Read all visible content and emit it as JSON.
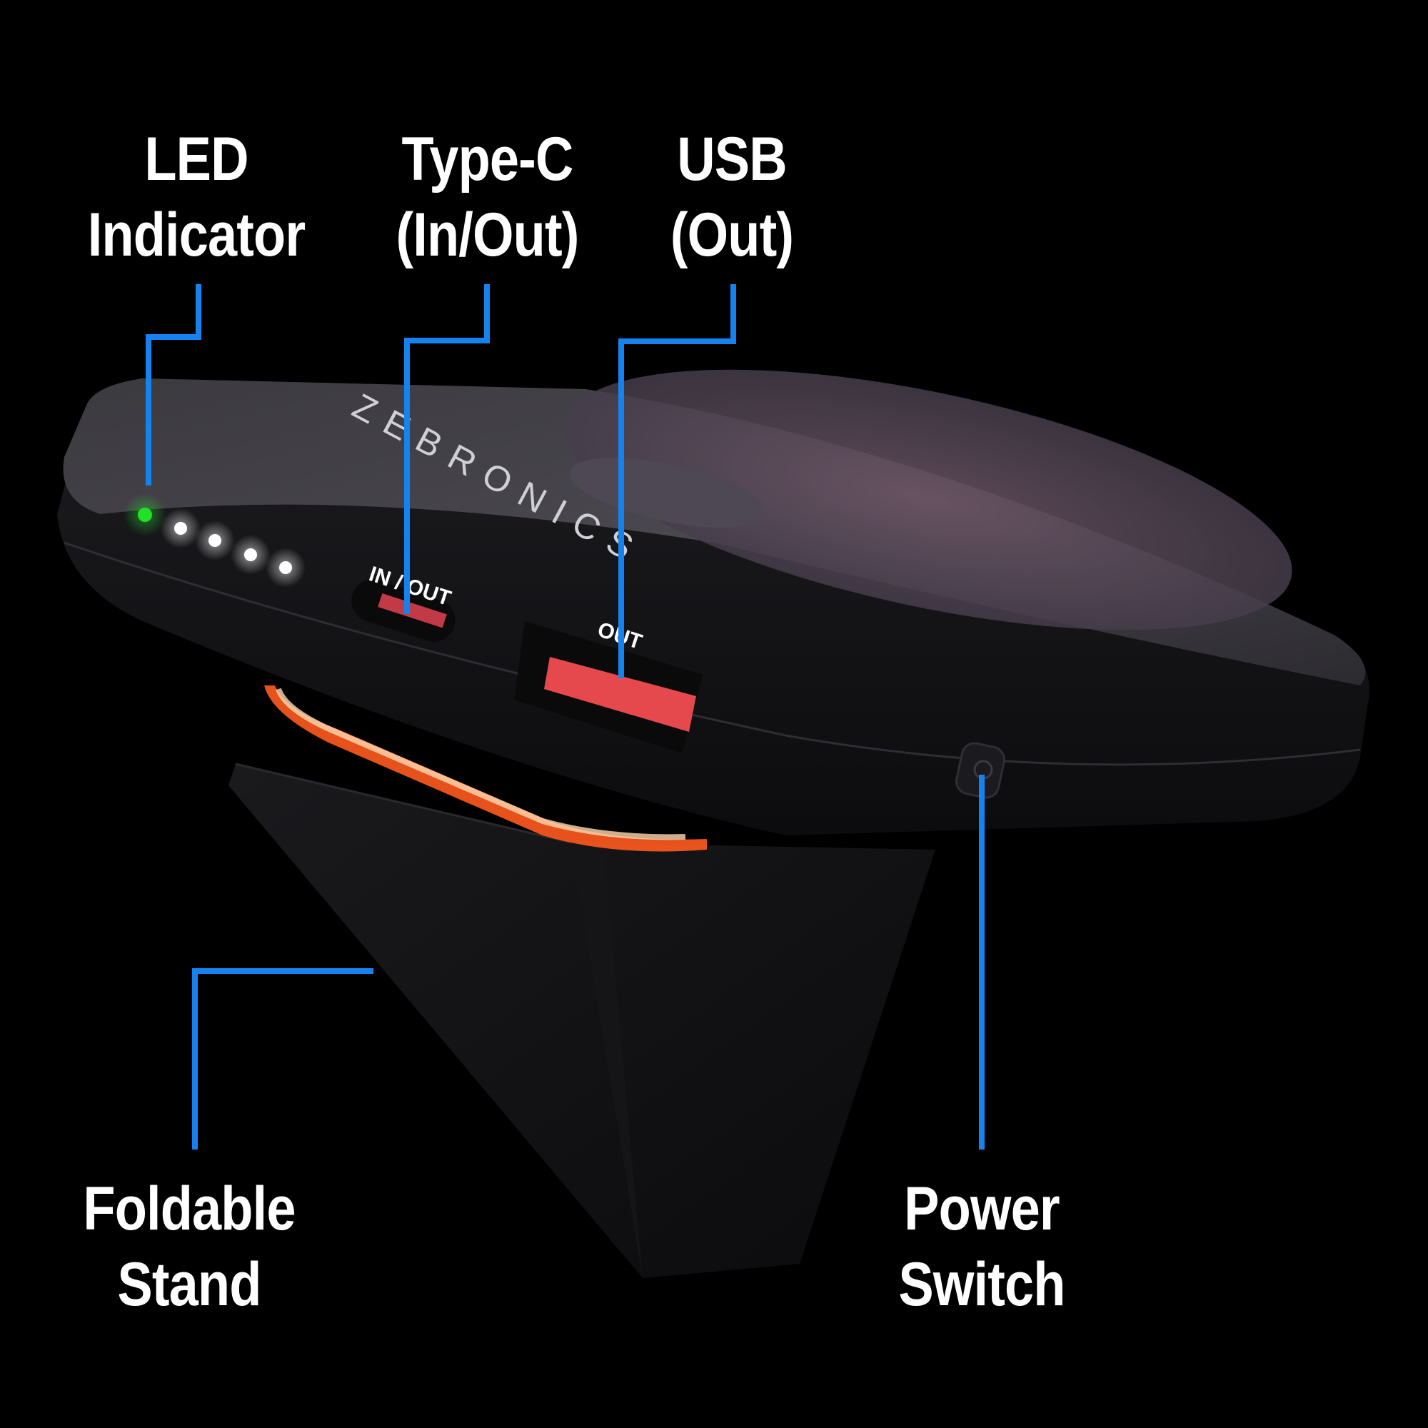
{
  "brand": "ZEBRONICS",
  "callouts": {
    "led": {
      "line1": "LED",
      "line2": "Indicator"
    },
    "typec": {
      "line1": "Type-C",
      "line2": "(In/Out)"
    },
    "usb": {
      "line1": "USB",
      "line2": "(Out)"
    },
    "stand": {
      "line1": "Foldable",
      "line2": "Stand"
    },
    "power": {
      "line1": "Power",
      "line2": "Switch"
    }
  },
  "port_markings": {
    "typec": "IN / OUT",
    "usb": "OUT"
  },
  "leds": {
    "count": 5,
    "active": 1,
    "active_color": "#22e02a",
    "idle_color": "#ffffff"
  },
  "colors": {
    "background": "#000000",
    "leader_line": "#1682f0",
    "accent_glow": "#ff5a1f",
    "port_red": "#e6494d"
  }
}
